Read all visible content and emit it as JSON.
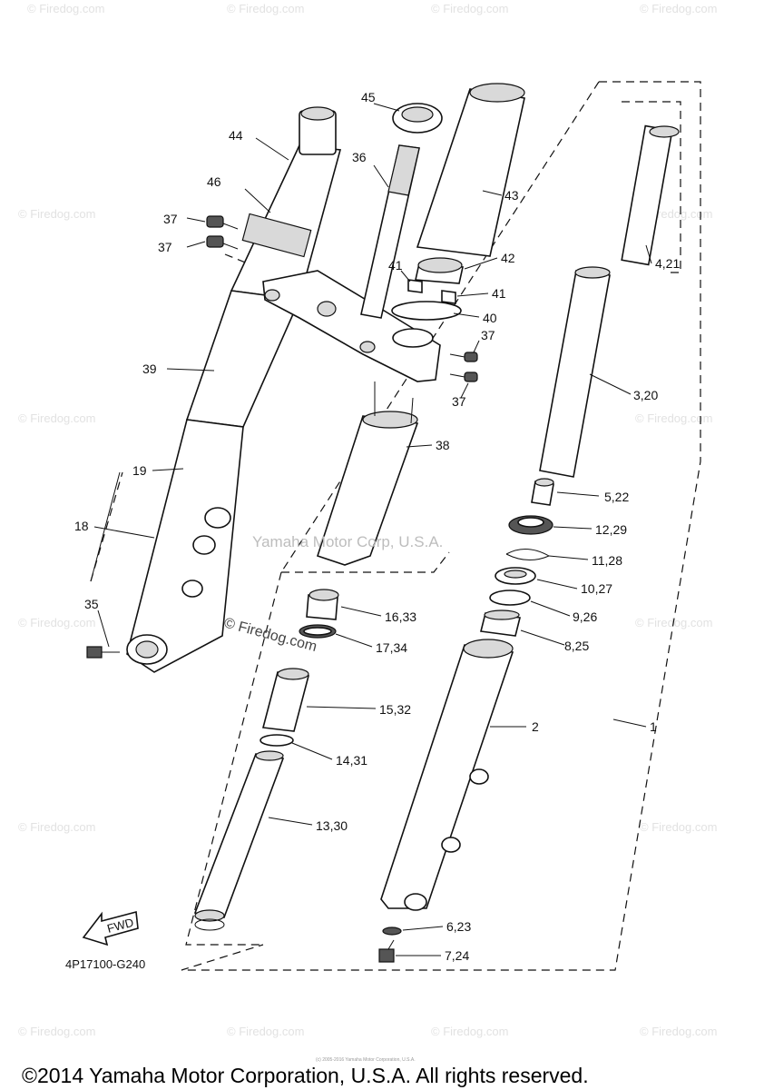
{
  "watermark_text": "© Firedog.com",
  "brand_watermark": "Yamaha Motor Corp, U.S.A.",
  "inline_mark": "© Firedog.com",
  "part_code": "4P17100-G240",
  "fwd_label": "FWD",
  "small_print": "(c) 2005-2016 Yamaha Motor Corporation, U.S.A.",
  "copyright": "©2014 Yamaha Motor Corporation, U.S.A. All rights reserved.",
  "callouts": {
    "c1": "1",
    "c2": "2",
    "c3_20": "3,20",
    "c4_21": "4,21",
    "c5_22": "5,22",
    "c6_23": "6,23",
    "c7_24": "7,24",
    "c8_25": "8,25",
    "c9_26": "9,26",
    "c10_27": "10,27",
    "c11_28": "11,28",
    "c12_29": "12,29",
    "c13_30": "13,30",
    "c14_31": "14,31",
    "c15_32": "15,32",
    "c16_33": "16,33",
    "c17_34": "17,34",
    "c18": "18",
    "c19": "19",
    "c35": "35",
    "c36": "36",
    "c37a": "37",
    "c37b": "37",
    "c37c": "37",
    "c37d": "37",
    "c38": "38",
    "c39": "39",
    "c40": "40",
    "c41a": "41",
    "c41b": "41",
    "c42": "42",
    "c43": "43",
    "c44": "44",
    "c45": "45",
    "c46": "46"
  }
}
